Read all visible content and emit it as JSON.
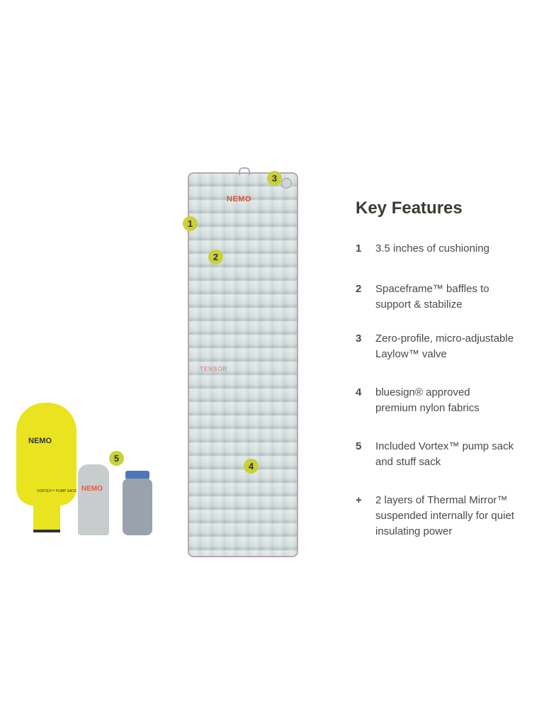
{
  "heading": "Key Features",
  "features": [
    {
      "num": "1",
      "text": "3.5 inches of cushioning"
    },
    {
      "num": "2",
      "text": "Spaceframe™ baffles to\nsupport & stabilize"
    },
    {
      "num": "3",
      "text": "Zero-profile, micro-adjustable\nLaylow™ valve"
    },
    {
      "num": "4",
      "text": "bluesign® approved\npremium nylon fabrics"
    },
    {
      "num": "5",
      "text": "Included Vortex™ pump sack\nand stuff sack"
    },
    {
      "num": "+",
      "text": "2 layers of Thermal Mirror™\nsuspended internally for quiet\ninsulating power"
    }
  ],
  "product": {
    "mat_logo": "NEMO",
    "mat_name": "TENSOR",
    "pump_logo": "NEMO",
    "pump_label": "VORTEX™ PUMP SACK",
    "sack_logo": "NEMO"
  },
  "callouts": [
    "1",
    "2",
    "3",
    "4",
    "5"
  ],
  "colors": {
    "badge": "#c8d13a",
    "brand": "#e0503a",
    "pump": "#e9e41f"
  }
}
